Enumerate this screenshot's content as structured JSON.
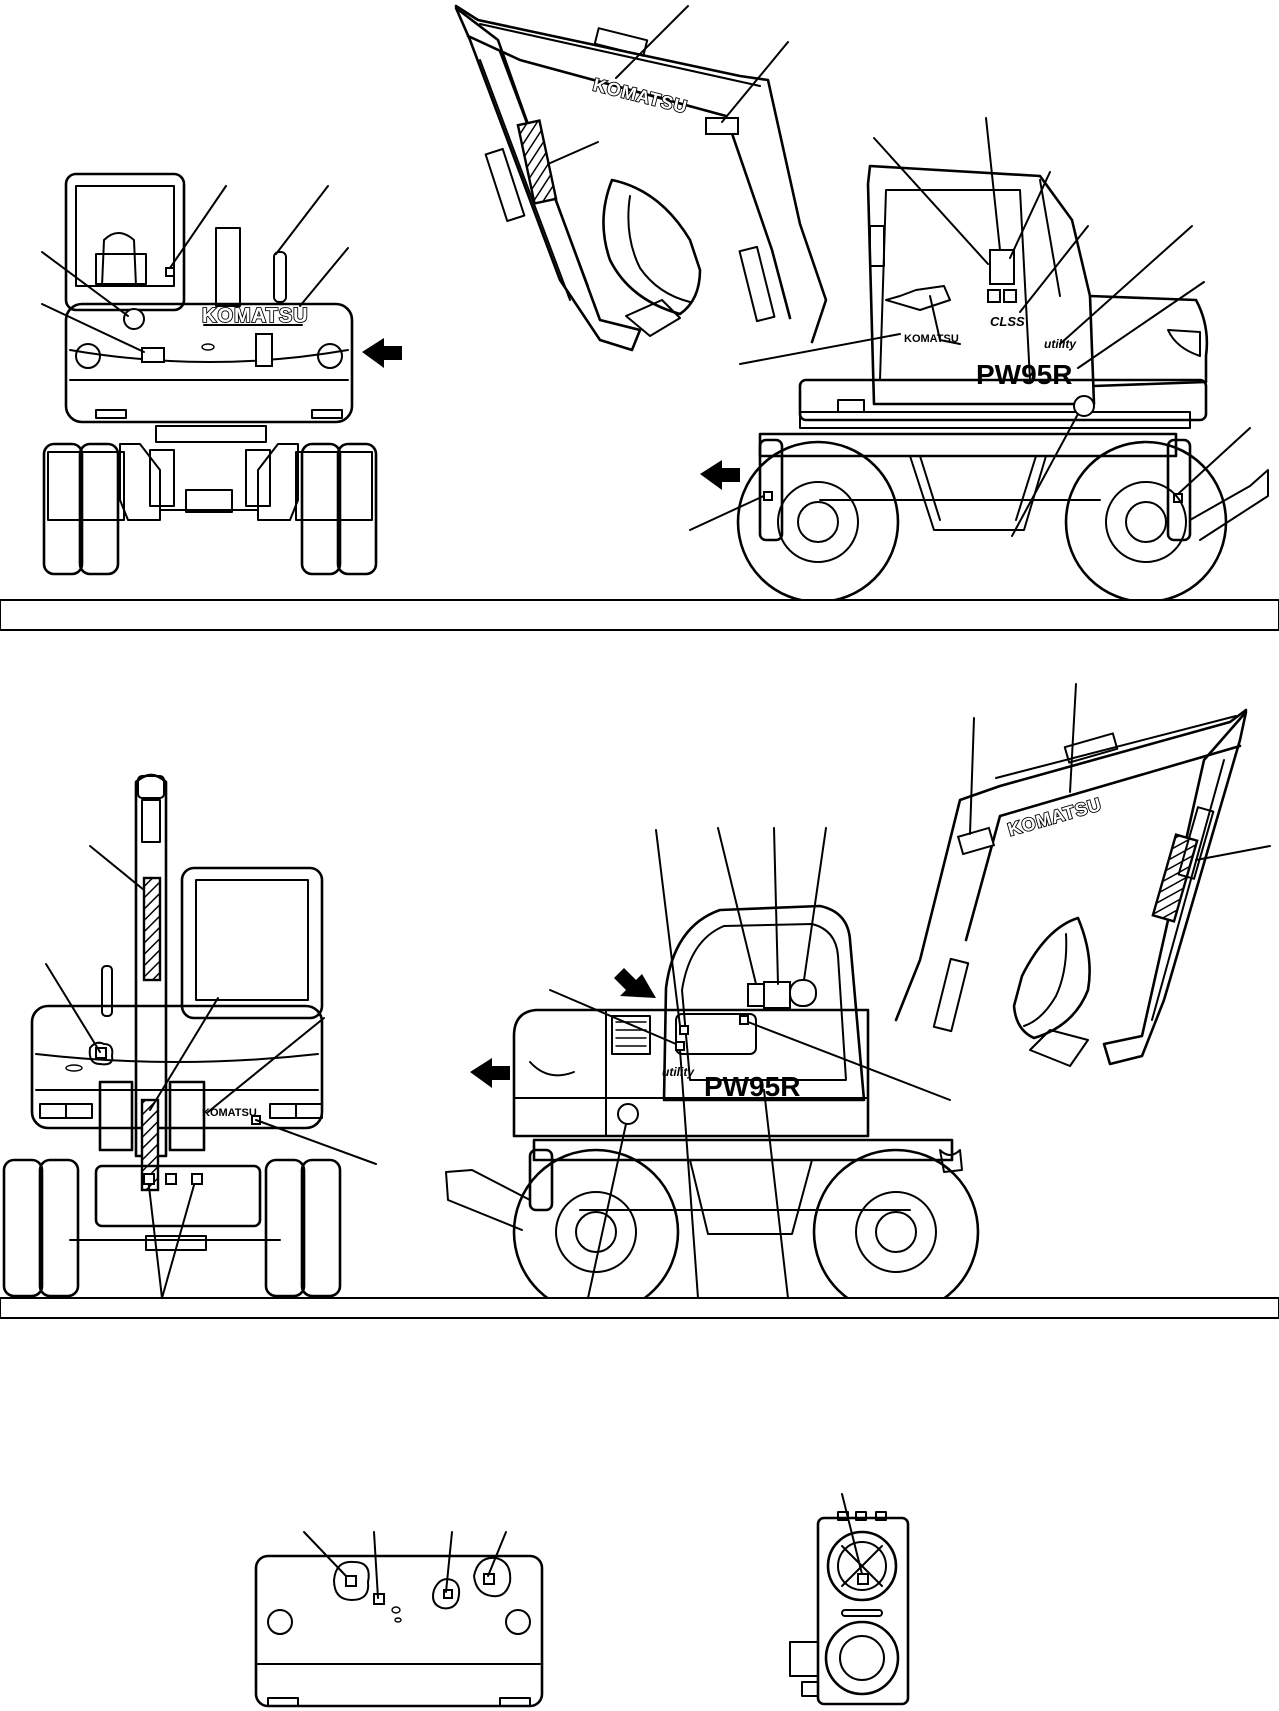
{
  "labels": {
    "brand": "KOMATSU",
    "model": "PW95R",
    "cab_badge": "CLSS",
    "utility_badge": "utility"
  },
  "views": [
    {
      "name": "front-view"
    },
    {
      "name": "left-side-view"
    },
    {
      "name": "rear-view"
    },
    {
      "name": "right-side-view"
    },
    {
      "name": "top-counterweight-view"
    },
    {
      "name": "detail-tank-view"
    }
  ],
  "colors": {
    "line": "#000000",
    "background": "#ffffff"
  },
  "icons": [
    "arrow-right-icon",
    "arrow-down-right-icon",
    "hatched-stripe-icon",
    "round-decal-icon",
    "square-decal-icon"
  ]
}
